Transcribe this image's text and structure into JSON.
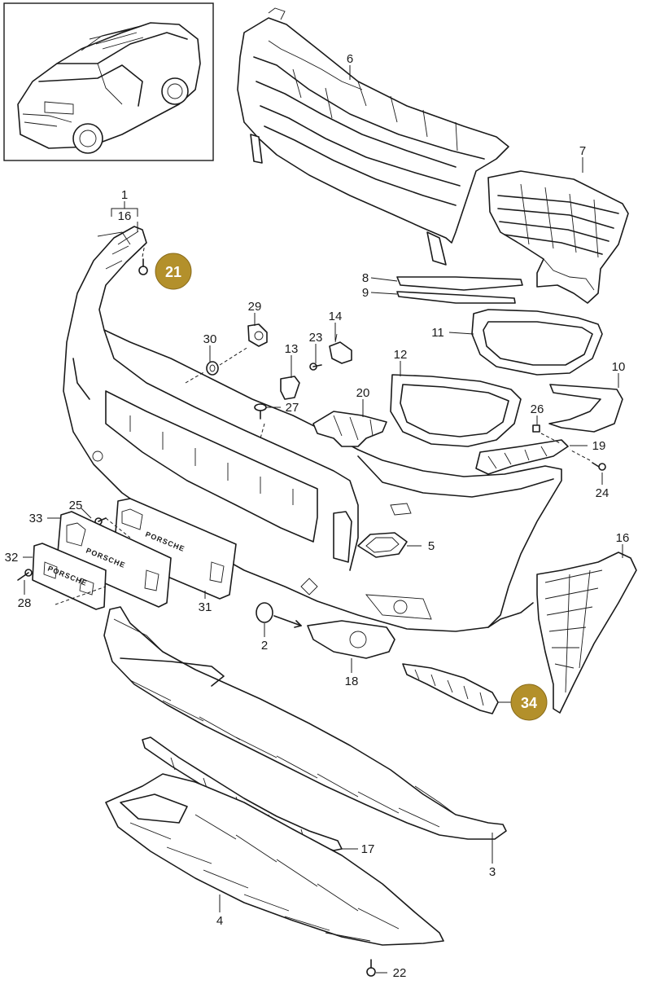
{
  "labels": {
    "p1": "1",
    "p16a": "16",
    "p21": "21",
    "p6": "6",
    "p7": "7",
    "p8": "8",
    "p9": "9",
    "p29": "29",
    "p30": "30",
    "p14": "14",
    "p13": "13",
    "p23": "23",
    "p11": "11",
    "p12": "12",
    "p10": "10",
    "p20": "20",
    "p27": "27",
    "p26": "26",
    "p19": "19",
    "p24": "24",
    "p25": "25",
    "p33": "33",
    "p32": "32",
    "p28": "28",
    "p31": "31",
    "p5": "5",
    "p16b": "16",
    "p2": "2",
    "p18": "18",
    "p34": "34",
    "p17": "17",
    "p3": "3",
    "p4": "4",
    "p22": "22"
  },
  "plate_text": {
    "plate31": "PORSCHE",
    "plate33": "PORSCHE",
    "plate32": "PORSCHE"
  },
  "colors": {
    "highlight": "#b3902b",
    "line": "#1a1a1a",
    "background": "#ffffff"
  }
}
